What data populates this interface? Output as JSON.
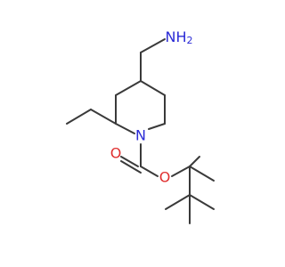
{
  "molecule": {
    "atoms": [
      {
        "id": "amine",
        "label": "NH2",
        "label_main": "NH",
        "label_sub": "2",
        "color": "#2b2bd6"
      },
      {
        "id": "ring_n",
        "label": "N",
        "color": "#2b2bd6"
      },
      {
        "id": "ester_o",
        "label": "O",
        "color": "#e03030"
      },
      {
        "id": "carbonyl_o",
        "label": "O",
        "color": "#e03030"
      }
    ],
    "bond_color": "#3a3a3a",
    "background": "#ffffff"
  }
}
